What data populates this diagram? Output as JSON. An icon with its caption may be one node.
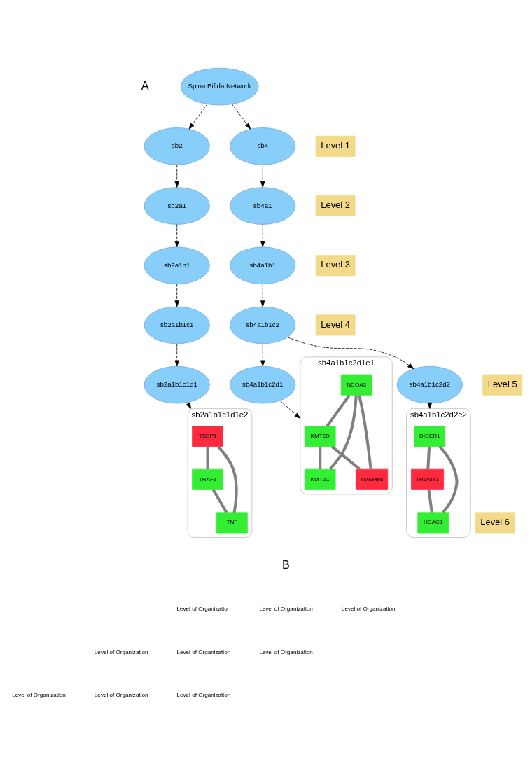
{
  "diagram": {
    "nodes": [
      {
        "text": [
          "Spina Bifida Network"
        ]
      },
      {
        "text": [
          "sb2"
        ]
      },
      {
        "text": [
          "sb4"
        ]
      },
      {
        "text": [
          "sb2a1"
        ]
      },
      {
        "text": [
          "sb4a1"
        ]
      },
      {
        "text": [
          "sb2a1b1"
        ]
      },
      {
        "text": [
          "sb4a1b1"
        ]
      },
      {
        "text": [
          "sb2a1b1c1"
        ]
      },
      {
        "text": [
          "sb4a1b1c2"
        ]
      },
      {
        "text": [
          "sb2a1b1c1d1"
        ]
      },
      {
        "text": [
          "sb4a1b1c2d1"
        ]
      },
      {
        "text": [
          "sb4a1b1c2d2"
        ]
      },
      {
        "text": [
          "sb2a1b1c1d1e2"
        ]
      },
      {
        "text": [
          "TSBP1"
        ],
        "in": 12
      },
      {
        "text": [
          "TRAF1"
        ],
        "in": 12
      },
      {
        "text": [
          "TNF"
        ],
        "in": 12
      },
      {
        "text": [
          "sb4a1b1c2d1e1"
        ]
      },
      {
        "text": [
          "KMT2D"
        ],
        "in": 16
      },
      {
        "text": [
          "NCOA3"
        ],
        "in": 16
      },
      {
        "text": [
          "KMT2C"
        ],
        "in": 16
      },
      {
        "text": [
          "TMEM98"
        ],
        "in": 16
      },
      {
        "text": [
          "sb4a1b1c2d2e2"
        ]
      },
      {
        "text": [
          "DICER1"
        ],
        "in": 21
      },
      {
        "text": [
          "TRDMT1"
        ],
        "in": 21
      },
      {
        "text": [
          "HDAC1"
        ],
        "in": 21
      }
    ],
    "edges": [
      {
        "from": 0,
        "to": 1,
        "arrow": "to",
        "style": "dashed"
      },
      {
        "from": 0,
        "to": 2,
        "arrow": "to",
        "style": "dashed"
      },
      {
        "from": 1,
        "to": 3,
        "arrow": "to",
        "style": "dashed"
      },
      {
        "from": 2,
        "to": 4,
        "arrow": "to",
        "style": "dashed"
      },
      {
        "from": 3,
        "to": 5,
        "arrow": "to",
        "style": "dashed"
      },
      {
        "from": 4,
        "to": 6,
        "arrow": "to",
        "style": "dashed"
      },
      {
        "from": 5,
        "to": 7,
        "arrow": "to",
        "style": "dashed"
      },
      {
        "from": 6,
        "to": 8,
        "arrow": "to",
        "style": "dashed"
      },
      {
        "from": 7,
        "to": 9,
        "arrow": "to",
        "style": "dashed"
      },
      {
        "from": 8,
        "to": 10,
        "arrow": "to",
        "style": "dashed"
      },
      {
        "from": 8,
        "to": 11,
        "arrow": "to",
        "style": "dashed"
      },
      {
        "from": 9,
        "to": 12,
        "arrow": "to",
        "style": "dashed"
      },
      {
        "from": 10,
        "to": 16,
        "arrow": "to",
        "style": "dashed"
      },
      {
        "from": 11,
        "to": 21,
        "arrow": "to",
        "style": "dashed"
      },
      {
        "from": 13,
        "to": 14,
        "arrow": "none",
        "style": "thick",
        "color": "#808080"
      },
      {
        "from": 13,
        "to": 15,
        "arrow": "none",
        "style": "thick",
        "color": "#808080"
      },
      {
        "from": 14,
        "to": 15,
        "arrow": "none",
        "style": "thick",
        "color": "#808080"
      },
      {
        "from": 18,
        "to": 17,
        "arrow": "none",
        "style": "thick",
        "color": "#808080"
      },
      {
        "from": 17,
        "to": 19,
        "arrow": "none",
        "style": "thick",
        "color": "#808080"
      },
      {
        "from": 17,
        "to": 20,
        "arrow": "none",
        "style": "thick",
        "color": "#808080"
      },
      {
        "from": 18,
        "to": 19,
        "arrow": "none",
        "style": "thick",
        "color": "#808080"
      },
      {
        "from": 18,
        "to": 20,
        "arrow": "none",
        "style": "thick",
        "color": "#808080"
      },
      {
        "from": 22,
        "to": 23,
        "arrow": "none",
        "style": "thick",
        "color": "#808080"
      },
      {
        "from": 22,
        "to": 24,
        "arrow": "none",
        "style": "thick",
        "color": "#808080"
      },
      {
        "from": 23,
        "to": 24,
        "arrow": "none",
        "style": "thick",
        "color": "#808080"
      }
    ],
    "labels": [
      "A",
      "Level 1",
      "Level 2",
      "Level 3",
      "Level 4",
      "Level 5",
      "Level 6",
      "B",
      "Level of Organization",
      "Level of Organization",
      "Level of Organization",
      "Level of Organization",
      "Level of Organization",
      "Level of Organization",
      "Level of Organization",
      "Level of Organization",
      "Level of Organization"
    ]
  }
}
